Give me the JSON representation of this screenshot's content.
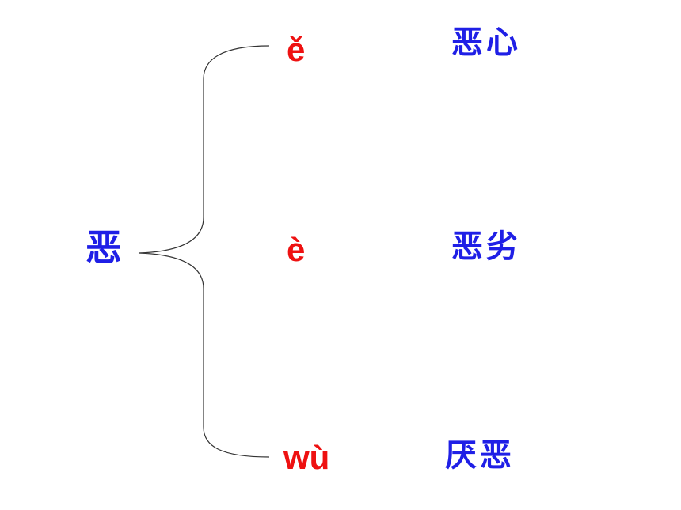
{
  "root_char": "恶",
  "readings": [
    {
      "pinyin": "ě",
      "word": "恶心"
    },
    {
      "pinyin": "è",
      "word": "恶劣"
    },
    {
      "pinyin": "wù",
      "word": "厌恶"
    }
  ],
  "colors": {
    "char": "#1f1fe6",
    "pinyin": "#ee1111",
    "brace": "#333333"
  }
}
